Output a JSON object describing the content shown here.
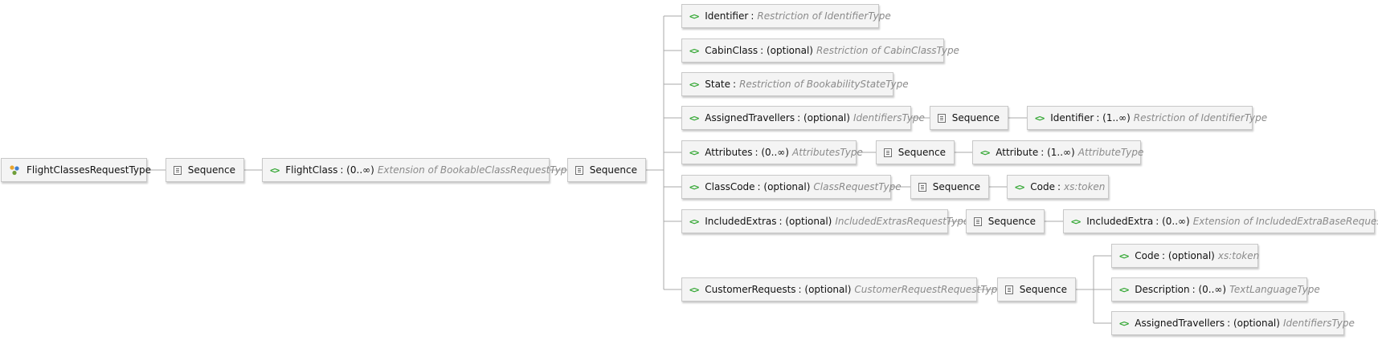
{
  "root": {
    "label": "FlightClassesRequestType"
  },
  "sequence_label": "Sequence",
  "flight_class": {
    "name": "FlightClass",
    "occurs": ": (0..∞)",
    "type": "Extension of BookableClassRequestType"
  },
  "children": [
    {
      "name": "Identifier",
      "occurs": ":",
      "type": "Restriction of IdentifierType"
    },
    {
      "name": "CabinClass",
      "occurs": ": (optional)",
      "type": "Restriction of CabinClassType"
    },
    {
      "name": "State",
      "occurs": ":",
      "type": "Restriction of BookabilityStateType"
    },
    {
      "name": "AssignedTravellers",
      "occurs": ": (optional)",
      "type": "IdentifiersType",
      "sub": [
        {
          "name": "Identifier",
          "occurs": ": (1..∞)",
          "type": "Restriction of IdentifierType"
        }
      ]
    },
    {
      "name": "Attributes",
      "occurs": ": (0..∞)",
      "type": "AttributesType",
      "sub": [
        {
          "name": "Attribute",
          "occurs": ": (1..∞)",
          "type": "AttributeType"
        }
      ]
    },
    {
      "name": "ClassCode",
      "occurs": ": (optional)",
      "type": "ClassRequestType",
      "sub": [
        {
          "name": "Code",
          "occurs": ":",
          "type": "xs:token"
        }
      ]
    },
    {
      "name": "IncludedExtras",
      "occurs": ": (optional)",
      "type": "IncludedExtrasRequestType",
      "sub": [
        {
          "name": "IncludedExtra",
          "occurs": ": (0..∞)",
          "type": "Extension of IncludedExtraBaseRequestType"
        }
      ]
    },
    {
      "name": "CustomerRequests",
      "occurs": ": (optional)",
      "type": "CustomerRequestRequestType",
      "sub": [
        {
          "name": "Code",
          "occurs": ": (optional)",
          "type": "xs:token"
        },
        {
          "name": "Description",
          "occurs": ": (0..∞)",
          "type": "TextLanguageType"
        },
        {
          "name": "AssignedTravellers",
          "occurs": ": (optional)",
          "type": "IdentifiersType"
        }
      ]
    }
  ]
}
